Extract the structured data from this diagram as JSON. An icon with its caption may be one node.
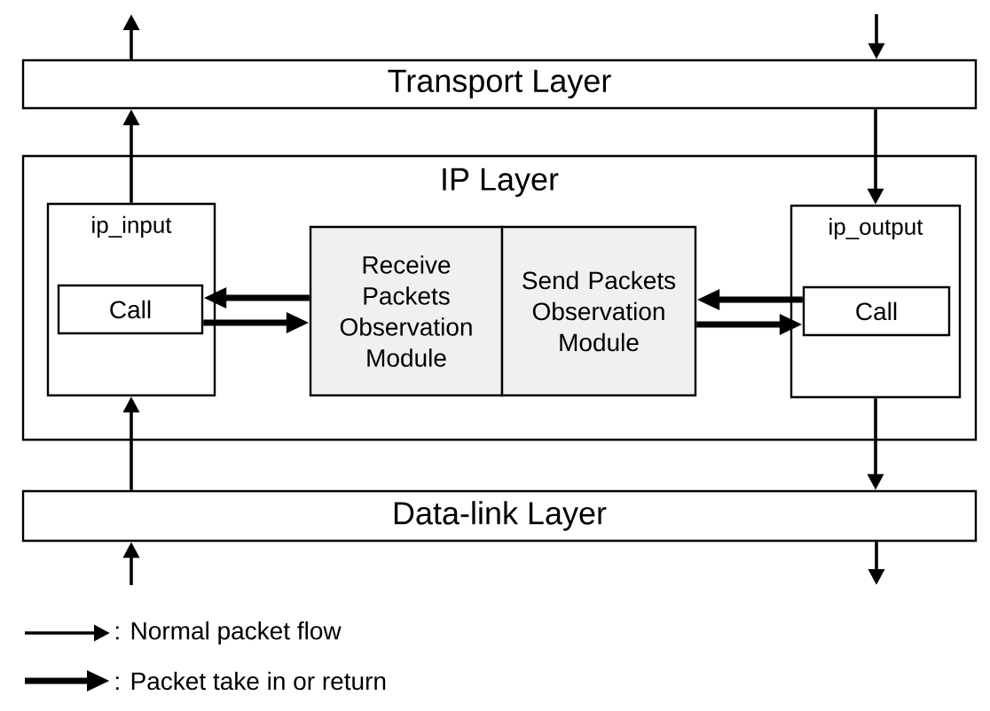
{
  "diagram": {
    "nodes": [
      {
        "text": [
          "Transport Layer"
        ]
      },
      {
        "text": [
          "IP Layer"
        ]
      },
      {
        "text": [
          "ip_input"
        ],
        "in": 1
      },
      {
        "text": [
          "Call"
        ],
        "in": 2
      },
      {
        "text": [
          "Receive Packets Observation Module"
        ],
        "in": 1
      },
      {
        "text": [
          "Send Packets Observation Module"
        ],
        "in": 1
      },
      {
        "text": [
          "ip_output"
        ],
        "in": 1
      },
      {
        "text": [
          "Call"
        ],
        "in": 6
      },
      {
        "text": [
          "Data-link Layer"
        ]
      }
    ],
    "edges": [
      {
        "from": 0,
        "to": null,
        "arrow": "to"
      },
      {
        "from": null,
        "to": 0,
        "arrow": "to"
      },
      {
        "from": 2,
        "to": 0,
        "arrow": "to"
      },
      {
        "from": 0,
        "to": 6,
        "arrow": "to"
      },
      {
        "from": 4,
        "to": 3,
        "arrow": "to",
        "style": "thick"
      },
      {
        "from": 3,
        "to": 4,
        "arrow": "to",
        "style": "thick"
      },
      {
        "from": 7,
        "to": 5,
        "arrow": "to",
        "style": "thick"
      },
      {
        "from": 5,
        "to": 7,
        "arrow": "to",
        "style": "thick"
      },
      {
        "from": 8,
        "to": 2,
        "arrow": "to"
      },
      {
        "from": 6,
        "to": 8,
        "arrow": "to"
      },
      {
        "from": null,
        "to": 8,
        "arrow": "to"
      },
      {
        "from": 8,
        "to": null,
        "arrow": "to"
      }
    ],
    "legend": [
      {
        "text": ": Normal packet flow"
      },
      {
        "text": ": Packet take in or return"
      }
    ]
  }
}
